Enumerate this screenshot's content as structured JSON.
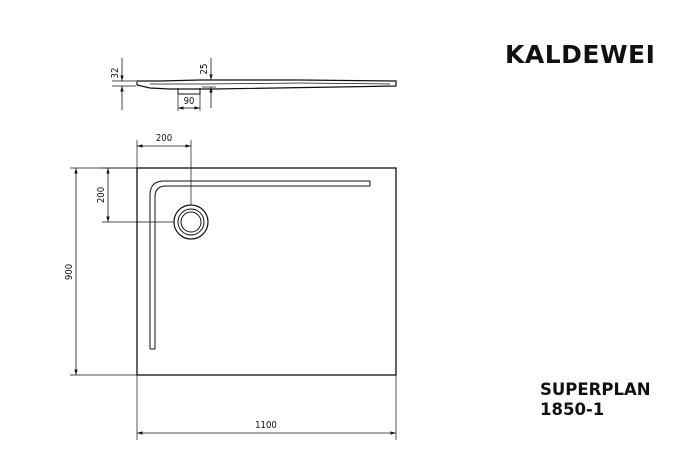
{
  "brand": {
    "name": "KALDEWEI"
  },
  "product": {
    "line1": "SUPERPLAN",
    "line2": "1850-1"
  },
  "dimensions": {
    "side_thickness": "32",
    "side_depth": "25",
    "drain_width": "90",
    "drain_offset_x": "200",
    "drain_offset_y": "200",
    "width": "1100",
    "height": "900"
  }
}
